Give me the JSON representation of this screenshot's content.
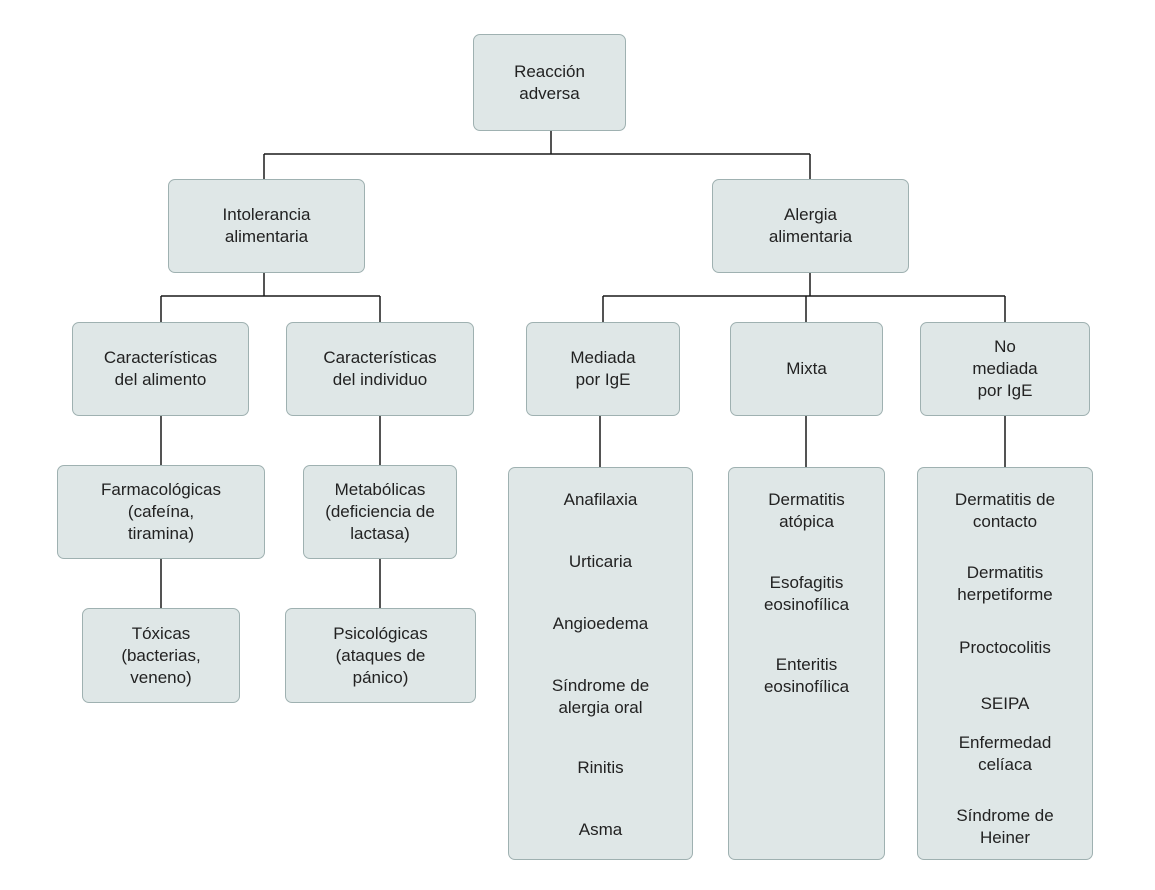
{
  "diagram": {
    "root": "Reacción\nadversa",
    "intolerance": "Intolerancia\nalimentaria",
    "allergy": "Alergia\nalimentaria",
    "food_features": "Características\ndel alimento",
    "individual_features": "Características\ndel individuo",
    "pharmacological": "Farmacológicas\n(cafeína,\ntiramina)",
    "metabolic": "Metabólicas\n(deficiencia de\nlactasa)",
    "toxic": "Tóxicas\n(bacterias,\nveneno)",
    "psychological": "Psicológicas\n(ataques de\npánico)",
    "ige_mediated": "Mediada\npor IgE",
    "mixed": "Mixta",
    "non_ige": "No\nmediada\npor IgE",
    "ige_list": [
      "Anafilaxia",
      "Urticaria",
      "Angioedema",
      "Síndrome de\nalergia oral",
      "Rinitis",
      "Asma"
    ],
    "mixed_list": [
      "Dermatitis\natópica",
      "Esofagitis\neosinofílica",
      "Enteritis\neosinofílica"
    ],
    "non_ige_list": [
      "Dermatitis de\ncontacto",
      "Dermatitis\nherpetiforme",
      "Proctocolitis",
      "SEIPA",
      "Enfermedad\ncelíaca",
      "Síndrome de\nHeiner"
    ]
  },
  "colors": {
    "box_fill": "#dfe7e7",
    "box_border": "#9fb1b1",
    "connector": "#1a1a1a"
  }
}
